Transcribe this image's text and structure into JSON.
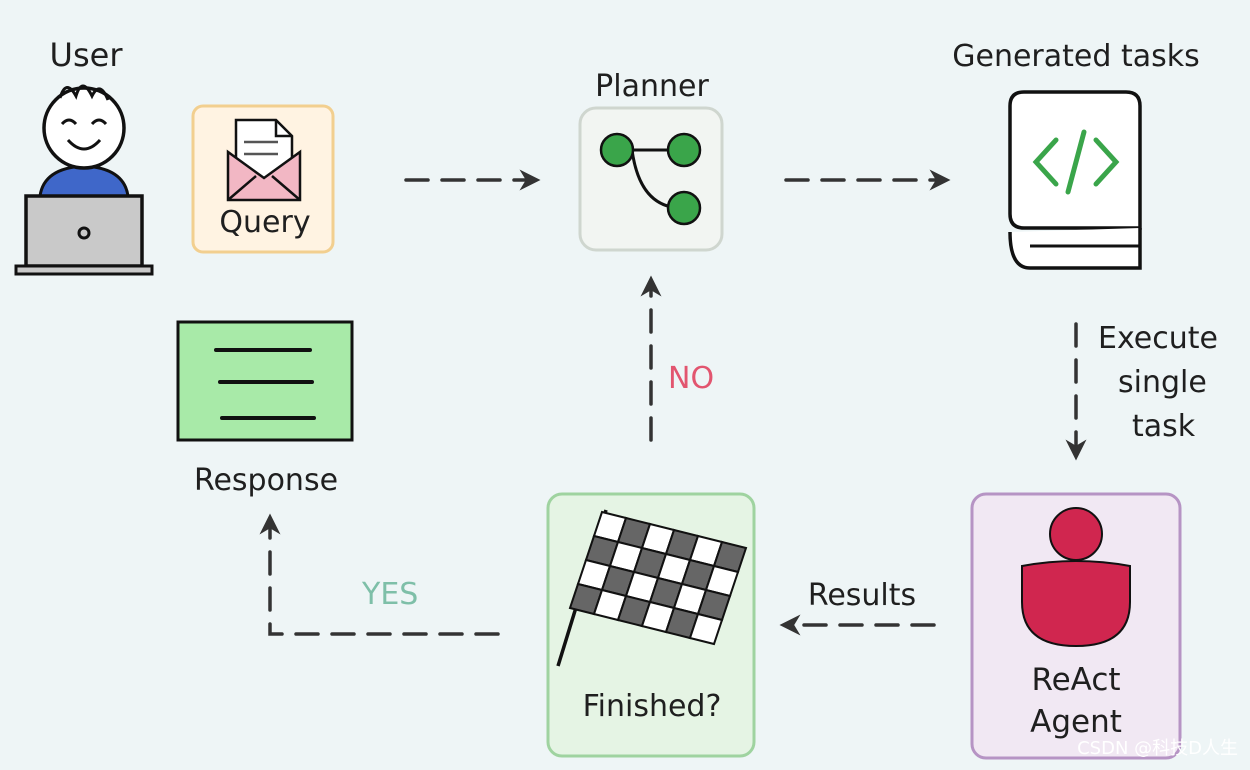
{
  "nodes": {
    "user": {
      "label": "User"
    },
    "query": {
      "label": "Query"
    },
    "planner": {
      "label": "Planner"
    },
    "generated_tasks": {
      "label": "Generated tasks"
    },
    "react_agent": {
      "label_line1": "ReAct",
      "label_line2": "Agent"
    },
    "finished": {
      "label": "Finished?"
    },
    "response": {
      "label": "Response"
    }
  },
  "edges": {
    "execute": {
      "line1": "Execute",
      "line2": "single",
      "line3": "task"
    },
    "results": {
      "label": "Results"
    },
    "no": {
      "label": "NO"
    },
    "yes": {
      "label": "YES"
    }
  },
  "watermark": "CSDN @科技D人生",
  "colors": {
    "background": "#eef5f6",
    "query_border": "#f2cf8f",
    "query_fill": "#fff3e2",
    "react_border": "#b694c4",
    "react_fill": "#f1e8f3",
    "agent_icon": "#d0264f",
    "finished_border": "#9fd3a0",
    "finished_fill": "#e5f4e4",
    "response_fill": "#a8eaa8",
    "planner_node": "#3aa54a",
    "no_label": "#e2556f",
    "yes_label": "#7ebfa8",
    "user_shirt": "#3f67c9",
    "laptop": "#c9c9c9",
    "envelope": "#f2b7c4"
  }
}
